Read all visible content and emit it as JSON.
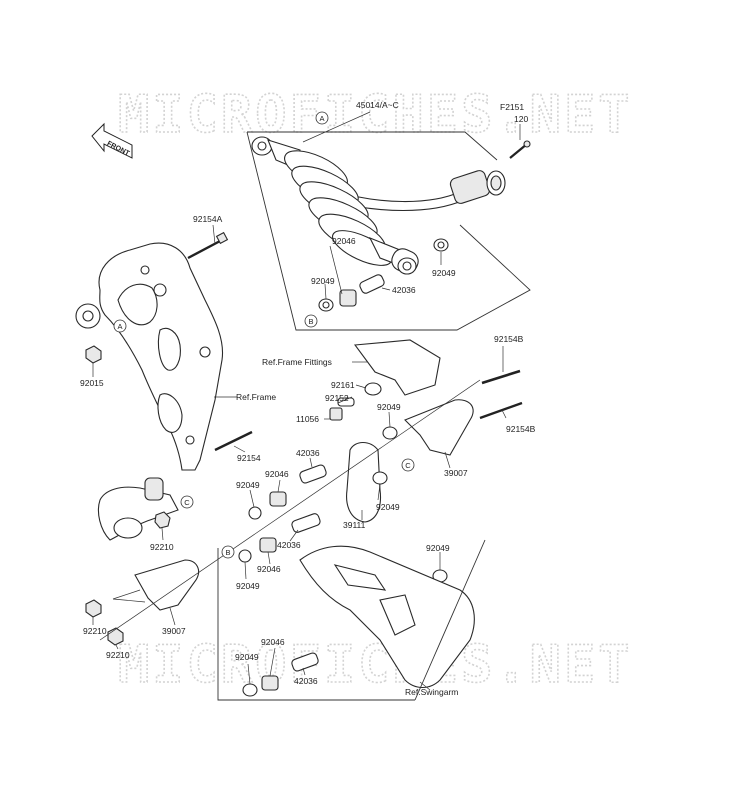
{
  "watermark": {
    "top": "MICROFICHES.NET",
    "bottom": "MICROFICHES.NET"
  },
  "front_marker": "FRONT",
  "callouts": {
    "a1": "A",
    "a2": "A",
    "b1": "B",
    "b2": "B",
    "c1": "C",
    "c2": "C"
  },
  "labels": {
    "shock_assembly": "45014/A~C",
    "f2151": "F2151",
    "n120": "120",
    "bolt_92154a": "92154A",
    "nut_92015": "92015",
    "ref_frame": "Ref.Frame",
    "ref_frame_fittings": "Ref.Frame Fittings",
    "bolt_92154b_top": "92154B",
    "bolt_92154b_mid": "92154B",
    "bolt_92154": "92154",
    "shock_92046": "92046",
    "shock_92049_left": "92049",
    "shock_92049_right": "92049",
    "shock_42036": "42036",
    "n92161": "92161",
    "n92152": "92152",
    "n11056": "11056",
    "n92049_upper": "92049",
    "n42036_mid": "42036",
    "n92046_mid": "92046",
    "n92049_mid_left": "92049",
    "n39007_right": "39007",
    "n92049_rocker": "92049",
    "n39111": "39111",
    "n92210_upper": "92210",
    "n92049_lowleft": "92049",
    "n92046_low": "92046",
    "n42036_low": "42036",
    "n92049_far_right": "92049",
    "n92210_left": "92210",
    "n39007_left": "39007",
    "n92210_lower": "92210",
    "n92049_bottom": "92049",
    "n92046_bottom": "92046",
    "n42036_bottom": "42036",
    "ref_swingarm": "Ref.Swingarm"
  }
}
